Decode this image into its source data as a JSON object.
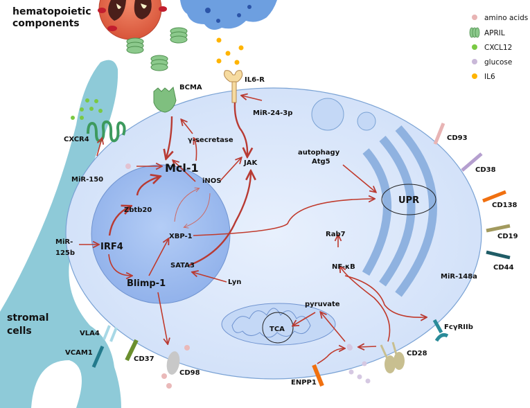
{
  "titles": {
    "hematopoietic": [
      "hematopoietic",
      "components"
    ],
    "stromal": [
      "stromal",
      "cells"
    ]
  },
  "legend": [
    {
      "label": "amino acids",
      "icon": "pink-dot",
      "color": "#e8b4b4"
    },
    {
      "label": "APRIL",
      "icon": "april-trimer",
      "color": "#7fbf7f"
    },
    {
      "label": "CXCL12",
      "icon": "green-dot",
      "color": "#7ac943"
    },
    {
      "label": "glucose",
      "icon": "lavender-dot",
      "color": "#c9b8d8"
    },
    {
      "label": "IL6",
      "icon": "orange-dot",
      "color": "#ffb400"
    }
  ],
  "receptors": {
    "bcma": "BCMA",
    "il6r": "IL6-R",
    "cxcr4": "CXCR4",
    "cd93": "CD93",
    "cd38": "CD38",
    "cd138": "CD138",
    "cd19": "CD19",
    "cd44": "CD44",
    "fcgr2b": "FcγRIIb",
    "cd28": "CD28",
    "enpp1": "ENPP1",
    "cd98": "CD98",
    "cd37": "CD37",
    "vla4": "VLA4",
    "vcam1": "VCAM1"
  },
  "nodes": {
    "mcl1": "Mcl-1",
    "inos": "iNOS",
    "gamma_secretase": "γ-secretase",
    "jak": "JAK",
    "mir24": "MiR-24-3p",
    "mir150": "MiR-150",
    "mir125b_1": "MiR-",
    "mir125b_2": "125b",
    "irf4": "IRF4",
    "zbtb20": "Zbtb20",
    "blimp1": "Blimp-1",
    "xbp1": "XBP-1",
    "sata3": "SATA3",
    "lyn": "Lyn",
    "autophagy": "autophagy",
    "atg5": "Atg5",
    "upr": "UPR",
    "rab7": "Rab7",
    "nfkb": "NF-κB",
    "mir148a": "MiR-148a",
    "pyruvate": "pyruvate",
    "tca": "TCA"
  },
  "colors": {
    "cell_fill": "#dbe7fb",
    "nucleus_fill": "#9dbcf0",
    "arrow": "#b83a33",
    "stromal": "#8ecad8",
    "er": "#8fb2e0"
  }
}
